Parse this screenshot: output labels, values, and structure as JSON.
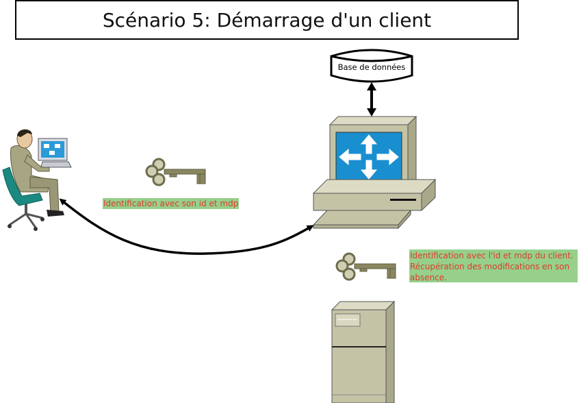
{
  "title": "Scénario 5: Démarrage d'un client",
  "database": {
    "label": "Base de données"
  },
  "notes": {
    "client": "Identification avec son id et mdp",
    "server": "Identification avec l'id et mdp du client. Récupération des modifications en son absence."
  },
  "colors": {
    "note_background": "#96d08b",
    "note_text": "#e03a2a",
    "router_screen": "#1a8fd0",
    "monitor_body": "#c4c3a6",
    "key": "#8a8760"
  },
  "icons": [
    "user-at-computer-icon",
    "key-icon",
    "router-monitor-icon",
    "database-icon",
    "server-tower-icon"
  ]
}
